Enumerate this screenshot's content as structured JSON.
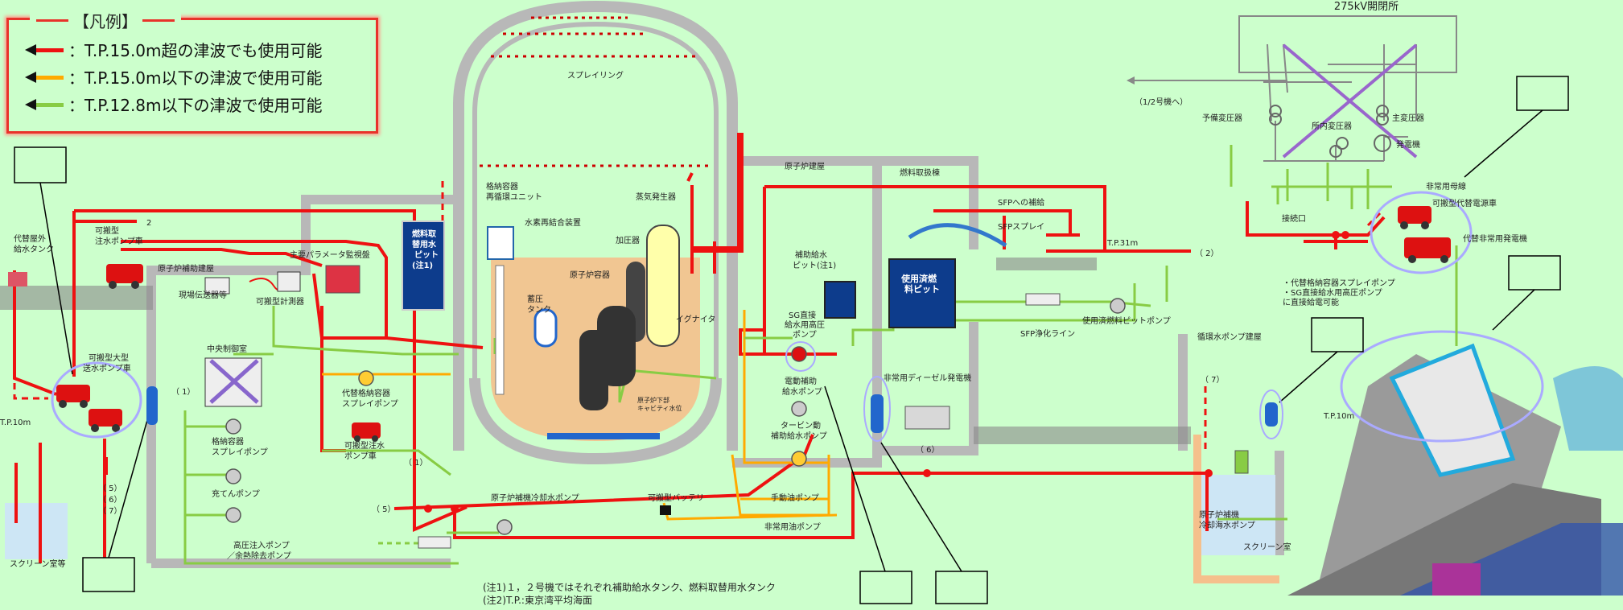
{
  "legend": {
    "title": "【凡例】",
    "items": [
      {
        "text": "：T.P.15.0m超の津波でも使用可能",
        "color": "#ee1111"
      },
      {
        "text": "：T.P.15.0m以下の津波で使用可能",
        "color": "#ffaa00"
      },
      {
        "text": "：T.P.12.8m以下の津波で使用可能",
        "color": "#88cc44"
      }
    ]
  },
  "labels": {
    "switchyard": "275kV開閉所",
    "to_unit12": "（1/2号機へ）",
    "standby_transformer": "予備変圧器",
    "station_transformer": "所内変圧器",
    "main_transformer": "主変圧器",
    "generator": "発電機",
    "emergency_bus": "非常用母線",
    "mobile_alt_power": "可搬型代替電源車",
    "alt_emergency_gen": "代替非常用発電機",
    "connection_port": "接続口",
    "power_notes": [
      "・代替格納容器スプレイポンプ",
      "・SG直接給水用高圧ポンプ",
      "に直接給電可能"
    ],
    "spray_ring": "スプレイリング",
    "cv_recirc_unit": [
      "格納容器",
      "再循環ユニット"
    ],
    "h2_recombiner": "水素再結合装置",
    "steam_generator": "蒸気発生器",
    "pressurizer": "加圧器",
    "reactor_vessel": "原子炉容器",
    "accumulator": [
      "蓄圧",
      "タンク"
    ],
    "igniter": "イグナイタ",
    "cavity_level": [
      "原子炉下部",
      "キャビティ水位"
    ],
    "reactor_building": "原子炉建屋",
    "fuel_handling_building": "燃料取扱棟",
    "sfp_makeup": "SFPへの補給",
    "sfp_spray": "SFPスプレイ",
    "tp31": "T.P.31m",
    "aux_feed_pit": [
      "補助給水",
      "ピット(注1)"
    ],
    "sfp": [
      "使用済燃",
      "料ピット"
    ],
    "sfp_cleanup": "SFP浄化ライン",
    "sfp_pump": "使用済燃料ピットポンプ",
    "sg_hp_pump": [
      "SG直接",
      "給水用高圧",
      "ポンプ"
    ],
    "motor_afw": [
      "電動補助",
      "給水ポンプ"
    ],
    "turbine_afw": [
      "タービン動",
      "補助給水ポンプ"
    ],
    "hand_oil_pump": "手動油ポンプ",
    "emergency_oil_pump": "非常用油ポンプ",
    "portable_battery": "可搬型バッテリ",
    "ccw_pump": "原子炉補機冷却水ポンプ",
    "hp_injection": [
      "高圧注入ポンプ",
      "／余熱除去ポンプ"
    ],
    "charging_pump": "充てんポンプ",
    "cv_spray_pump": [
      "格納容器",
      "スプレイポンプ"
    ],
    "alt_cv_spray_pump": [
      "代替格納容器",
      "スプレイポンプ"
    ],
    "portable_injection_truck": [
      "可搬型注水",
      "ポンプ車"
    ],
    "main_param_panel": "主要パラメータ監視盤",
    "field_transmitter": "現場伝送器等",
    "portable_meter": "可搬型計測器",
    "control_room": "中央制御室",
    "aux_building": "原子炉補助建屋",
    "refuel_water_pit": [
      "燃料取",
      "替用水",
      "ピット",
      "(注1)"
    ],
    "ext_water_tank": [
      "代替屋外",
      "給水タンク"
    ],
    "portable_injection_pump_truck": [
      "可搬型",
      "注水ポンプ車"
    ],
    "large_pump_truck": [
      "可搬型大型",
      "送水ポンプ車"
    ],
    "tp10": "T.P.10m",
    "screen_room_left": "スクリーン室等",
    "edg": "非常用ディーゼル発電機",
    "cw_pump_building": "循環水ポンプ建屋",
    "sw_pump": [
      "原子炉補機",
      "冷却海水ポンプ"
    ],
    "screen_room": "スクリーン室",
    "tp10_right": "T.P.10m",
    "ref_1": "（ 1）",
    "ref_2": "（ 2）",
    "ref_5": "（ 5）",
    "ref_6": "（ 6）",
    "ref_7": "（ 7）",
    "ref_list": [
      "（ 5）",
      "（ 6）",
      "（ 7）"
    ],
    "num_2": "2"
  },
  "notes": [
    "(注1)１，２号機ではそれぞれ補助給水タンク、燃料取替用水タンク",
    "(注2)T.P.:東京湾平均海面"
  ],
  "colors": {
    "background": "#ccffcc",
    "building": "#b8b8b8",
    "red_line": "#ee1111",
    "orange_line": "#ffaa00",
    "green_line": "#88cc44",
    "reactor_floor": "#f5c08c",
    "pit_blue": "#0d3c8c"
  }
}
